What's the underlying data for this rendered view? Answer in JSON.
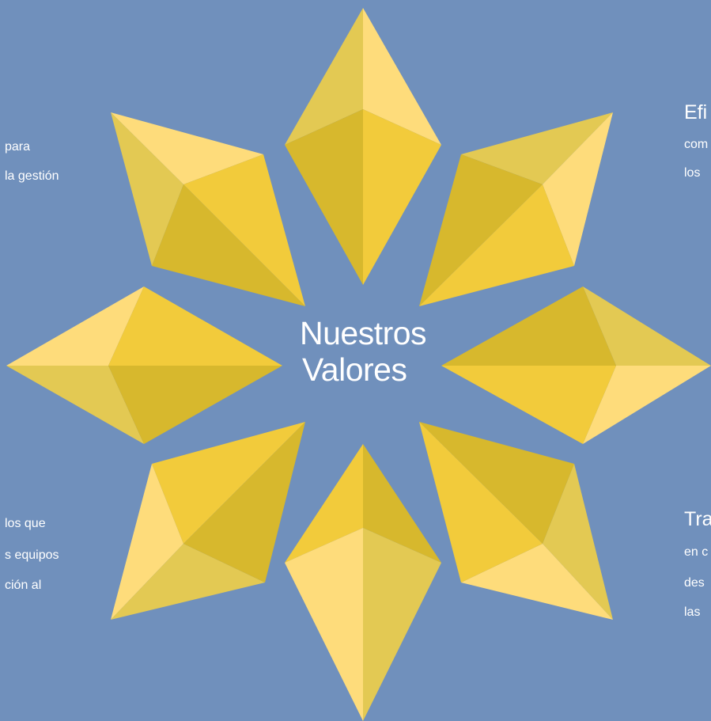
{
  "center": {
    "line1": "Nuestros",
    "line2": "Valores"
  },
  "snippets": {
    "top_left": [
      "para",
      "la gestión"
    ],
    "top_right_heading": "Efi",
    "top_right": [
      "com",
      "los"
    ],
    "bottom_left": [
      "los que",
      "s equipos",
      "ción al"
    ],
    "bottom_right_heading": "Tra",
    "bottom_right": [
      "en c",
      "des",
      "las"
    ]
  },
  "colors": {
    "background": "#7090bc",
    "facet_light": "#fedc7b",
    "facet_mid": "#f2cb3b",
    "facet_shade": "#e3c953",
    "facet_dark": "#d7b82d",
    "text": "#ffffff"
  }
}
